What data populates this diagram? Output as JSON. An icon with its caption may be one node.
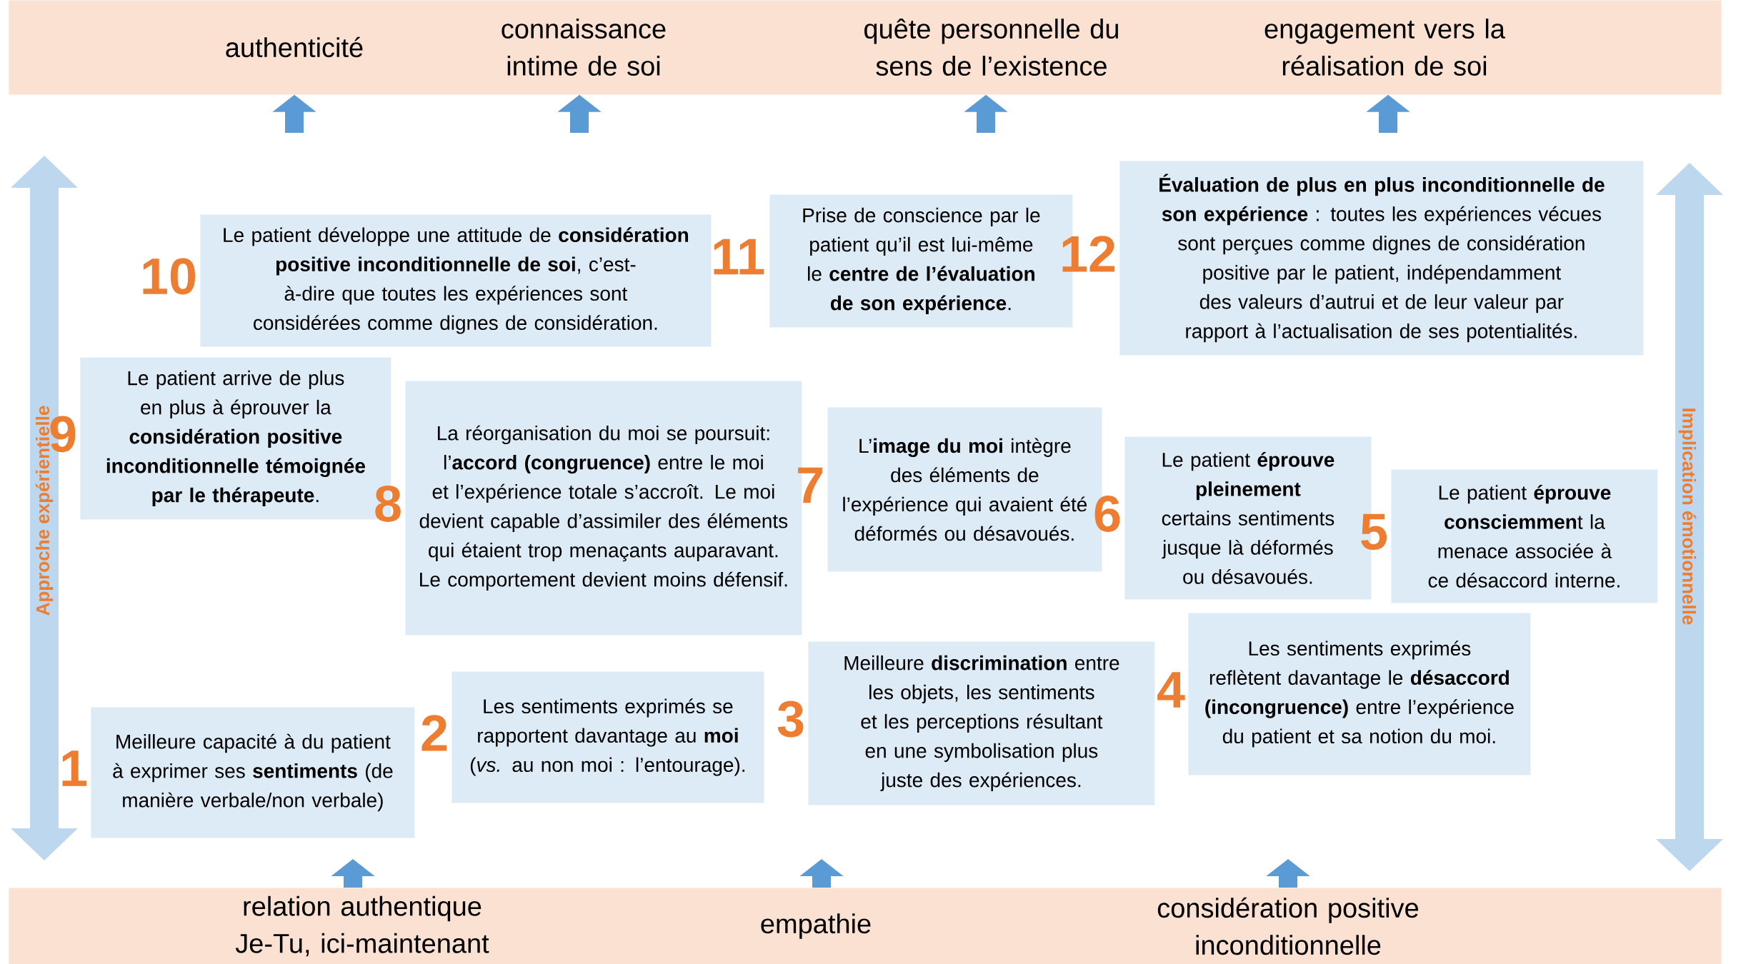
{
  "diagram": {
    "nodes": [
      {
        "text": [
          "authenticité",
          "connaissance intime de soi",
          "quête personnelle du sens de l’existence",
          "engagement vers la réalisation de soi"
        ]
      },
      {
        "text": [
          "relation authentique Je-Tu, ici-maintenant",
          "empathie",
          "considération positive inconditionnelle"
        ]
      },
      {
        "text": [
          "Meilleure capacité à du patient à exprimer ses **sentiments** (de manière verbale/non verbale)"
        ],
        "beside": [
          "1"
        ]
      },
      {
        "text": [
          "Les sentiments exprimés se rapportent davantage au **moi** (*vs.* au non moi : l’entourage)."
        ],
        "beside": [
          "2"
        ]
      },
      {
        "text": [
          "Meilleure **discrimination** entre les objets, les sentiments et les perceptions résultant en une symbolisation plus juste des expériences."
        ],
        "beside": [
          "3"
        ]
      },
      {
        "text": [
          "Les sentiments exprimés reflètent davantage le **désaccord (incongruence)** entre l’expérience du patient et sa notion du moi."
        ],
        "beside": [
          "4"
        ]
      },
      {
        "text": [
          "Le patient **éprouve consciemmen**t la menace associée à ce désaccord interne."
        ],
        "beside": [
          "5"
        ]
      },
      {
        "text": [
          "Le patient **éprouve pleinement** certains sentiments jusque là déformés ou désavoués."
        ],
        "beside": [
          "6"
        ]
      },
      {
        "text": [
          "L’**image du moi** intègre des éléments de l’expérience qui avaient été déformés ou désavoués."
        ],
        "beside": [
          "7"
        ]
      },
      {
        "text": [
          "La réorganisation du moi se poursuit: l’**accord (congruence)** entre le moi et l’expérience totale s’accroît. Le moi devient capable d’assimiler des éléments qui étaient trop menaçants auparavant. Le comportement devient moins défensif."
        ],
        "beside": [
          "8"
        ]
      },
      {
        "text": [
          "Le patient arrive de plus en plus à éprouver la **considération positive inconditionnelle témoignée par le thérapeute**."
        ],
        "beside": [
          "9"
        ]
      },
      {
        "text": [
          "Le patient développe une attitude de **considération positive inconditionnelle de soi**, c’est-à-dire que toutes les expériences sont considérées comme dignes de considération."
        ],
        "beside": [
          "10"
        ]
      },
      {
        "text": [
          "Prise de conscience par le patient qu’il est lui-même le **centre de l’évaluation de son expérience**."
        ],
        "beside": [
          "11"
        ]
      },
      {
        "text": [
          "**Évaluation de plus en plus inconditionnelle de son expérience** : toutes les expériences vécues sont perçues comme dignes de considération positive par le patient, indépendamment des valeurs d’autrui et de leur valeur par rapport à l’actualisation de ses potentialités."
        ],
        "beside": [
          "12"
        ]
      }
    ],
    "edges": [
      {
        "from": null,
        "to": 0,
        "arrow": "to"
      },
      {
        "from": null,
        "to": 0,
        "arrow": "to"
      },
      {
        "from": null,
        "to": 0,
        "arrow": "to"
      },
      {
        "from": null,
        "to": 0,
        "arrow": "to"
      },
      {
        "from": 1,
        "to": null,
        "arrow": "to"
      },
      {
        "from": 1,
        "to": null,
        "arrow": "to"
      },
      {
        "from": 1,
        "to": null,
        "arrow": "to"
      }
    ],
    "labels": [
      "Approche expérientielle",
      "Implication émotionnelle"
    ]
  }
}
